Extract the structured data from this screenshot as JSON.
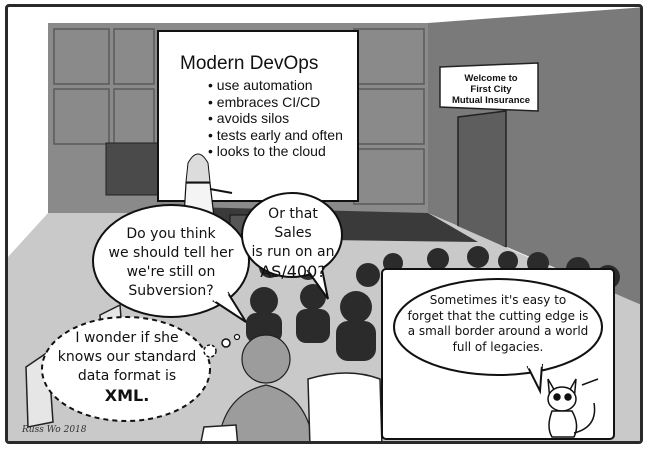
{
  "slide": {
    "title": "Modern DevOps",
    "bullets": [
      "use automation",
      "embraces CI/CD",
      "avoids silos",
      "tests early and often",
      "looks to the cloud"
    ]
  },
  "sign": {
    "lines": [
      "Welcome to",
      "First City",
      "Mutual Insurance"
    ]
  },
  "bubbles": {
    "subversion": [
      "Do you think",
      "we should tell her",
      "we're still on",
      "Subversion?"
    ],
    "sales": [
      "Or that Sales",
      "is run on an",
      "AS/400?"
    ],
    "xml": [
      "I wonder if she",
      "knows our standard",
      "data format is",
      "XML."
    ],
    "legacies": [
      "Sometimes it's easy to",
      "forget that the cutting edge is",
      "a small border around a world",
      "full of legacies."
    ]
  },
  "signature": "Russ Wo 2018",
  "colors": {
    "wall": "#8a8a8a",
    "wall_dark": "#6a6a6a",
    "floor": "#c6c6c6",
    "audience": "#2b2b2b",
    "foreground_person": "#9c9c9c"
  }
}
